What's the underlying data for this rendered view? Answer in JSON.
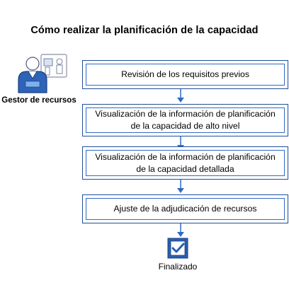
{
  "title": "Cómo realizar la planificación de la capacidad",
  "actor": {
    "label": "Gestor de recursos",
    "icon": "resource-manager-icon"
  },
  "steps": [
    {
      "label": "Revisión de los requisitos previos"
    },
    {
      "label": "Visualización de la información de planificación de la capacidad de alto nivel"
    },
    {
      "label": "Visualización de la información de planificación de la capacidad detallada"
    },
    {
      "label": "Ajuste de la adjudicación de recursos"
    }
  ],
  "end": {
    "label": "Finalizado",
    "icon": "checkbox-checked-icon"
  },
  "colors": {
    "box_border": "#2e6bc6",
    "arrow": "#2e6bc6",
    "icon_blue": "#2a5fb0"
  }
}
